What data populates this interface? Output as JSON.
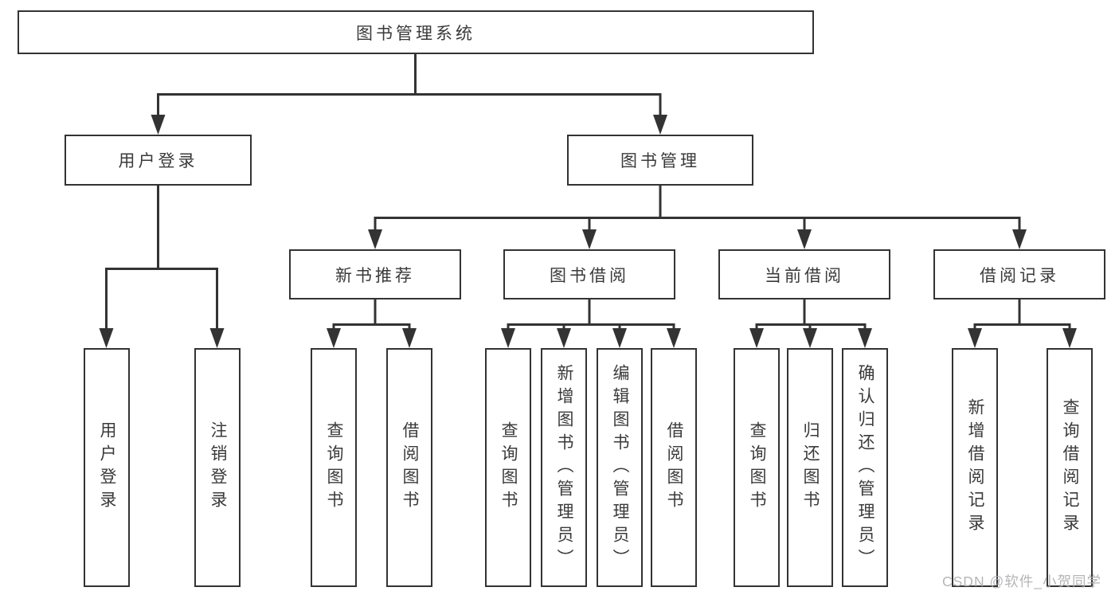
{
  "style": {
    "line_color": "#333333",
    "text_color": "#3a3a3a",
    "box_background": "#ffffff",
    "page_background": "#ffffff",
    "watermark_color": "#aeaeb1"
  },
  "watermark": {
    "text": "CSDN @软件_小贺同学"
  },
  "tree": {
    "label": "图书管理系统",
    "children": [
      {
        "label": "用户登录",
        "children": [
          {
            "label": "用户登录"
          },
          {
            "label": "注销登录"
          }
        ]
      },
      {
        "label": "图书管理",
        "children": [
          {
            "label": "新书推荐",
            "children": [
              {
                "label": "查询图书"
              },
              {
                "label": "借阅图书"
              }
            ]
          },
          {
            "label": "图书借阅",
            "children": [
              {
                "label": "查询图书"
              },
              {
                "label": "新增图书（管理员）"
              },
              {
                "label": "编辑图书（管理员）"
              },
              {
                "label": "借阅图书"
              }
            ]
          },
          {
            "label": "当前借阅",
            "children": [
              {
                "label": "查询图书"
              },
              {
                "label": "归还图书"
              },
              {
                "label": "确认归还（管理员）"
              }
            ]
          },
          {
            "label": "借阅记录",
            "children": [
              {
                "label": "新增借阅记录"
              },
              {
                "label": "查询借阅记录"
              }
            ]
          }
        ]
      }
    ]
  }
}
